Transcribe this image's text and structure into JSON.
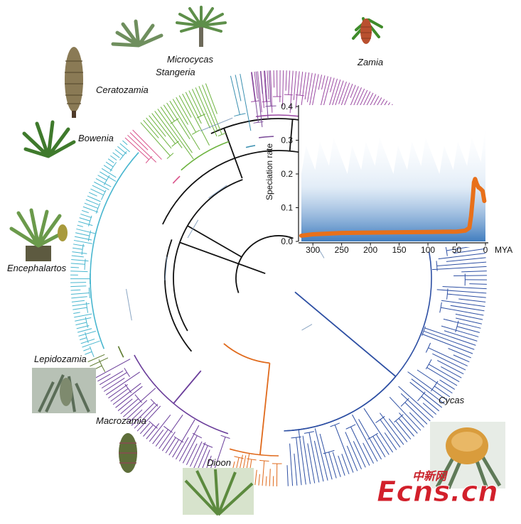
{
  "genera": [
    {
      "id": "zamia",
      "label": "Zamia",
      "color": "#9b4aa3"
    },
    {
      "id": "microcycas",
      "label": "Microcycas",
      "color": "#7a4a98"
    },
    {
      "id": "stangeria",
      "label": "Stangeria",
      "color": "#3a8fb0"
    },
    {
      "id": "ceratozamia",
      "label": "Ceratozamia",
      "color": "#6db33f"
    },
    {
      "id": "bowenia",
      "label": "Bowenia",
      "color": "#d9538a"
    },
    {
      "id": "encephalartos",
      "label": "Encephalartos",
      "color": "#48b6cf"
    },
    {
      "id": "lepidozamia",
      "label": "Lepidozamia",
      "color": "#5d7a2e"
    },
    {
      "id": "macrozamia",
      "label": "Macrozamia",
      "color": "#6a3d9a"
    },
    {
      "id": "dioon",
      "label": "Dioon",
      "color": "#e06a1c"
    },
    {
      "id": "cycas",
      "label": "Cycas",
      "color": "#2d4fa3"
    }
  ],
  "inset": {
    "ylabel": "Speciation rate",
    "xlabel": "MYA",
    "yticks": [
      "0.0",
      "0.1",
      "0.2",
      "0.3",
      "0.4"
    ],
    "xticks": [
      "300",
      "250",
      "200",
      "150",
      "100",
      "50",
      "0"
    ]
  },
  "chart_data": {
    "type": "line",
    "ylabel": "Speciation rate",
    "xlabel": "MYA",
    "xlim": [
      320,
      0
    ],
    "ylim": [
      0,
      0.4
    ],
    "x_reversed": true,
    "series": [
      {
        "x": [
          320,
          300,
          250,
          200,
          150,
          100,
          50,
          35,
          28,
          25,
          22,
          20,
          18,
          15,
          12,
          10,
          5,
          2
        ],
        "y": [
          0.017,
          0.021,
          0.025,
          0.026,
          0.027,
          0.028,
          0.029,
          0.032,
          0.04,
          0.075,
          0.13,
          0.175,
          0.185,
          0.17,
          0.16,
          0.158,
          0.15,
          0.12
        ]
      }
    ],
    "colors": {
      "line": "#e8701a",
      "band": "#3d7fc4"
    }
  },
  "watermark": {
    "chinese": "中新网",
    "latin": "Ecns.cn"
  }
}
